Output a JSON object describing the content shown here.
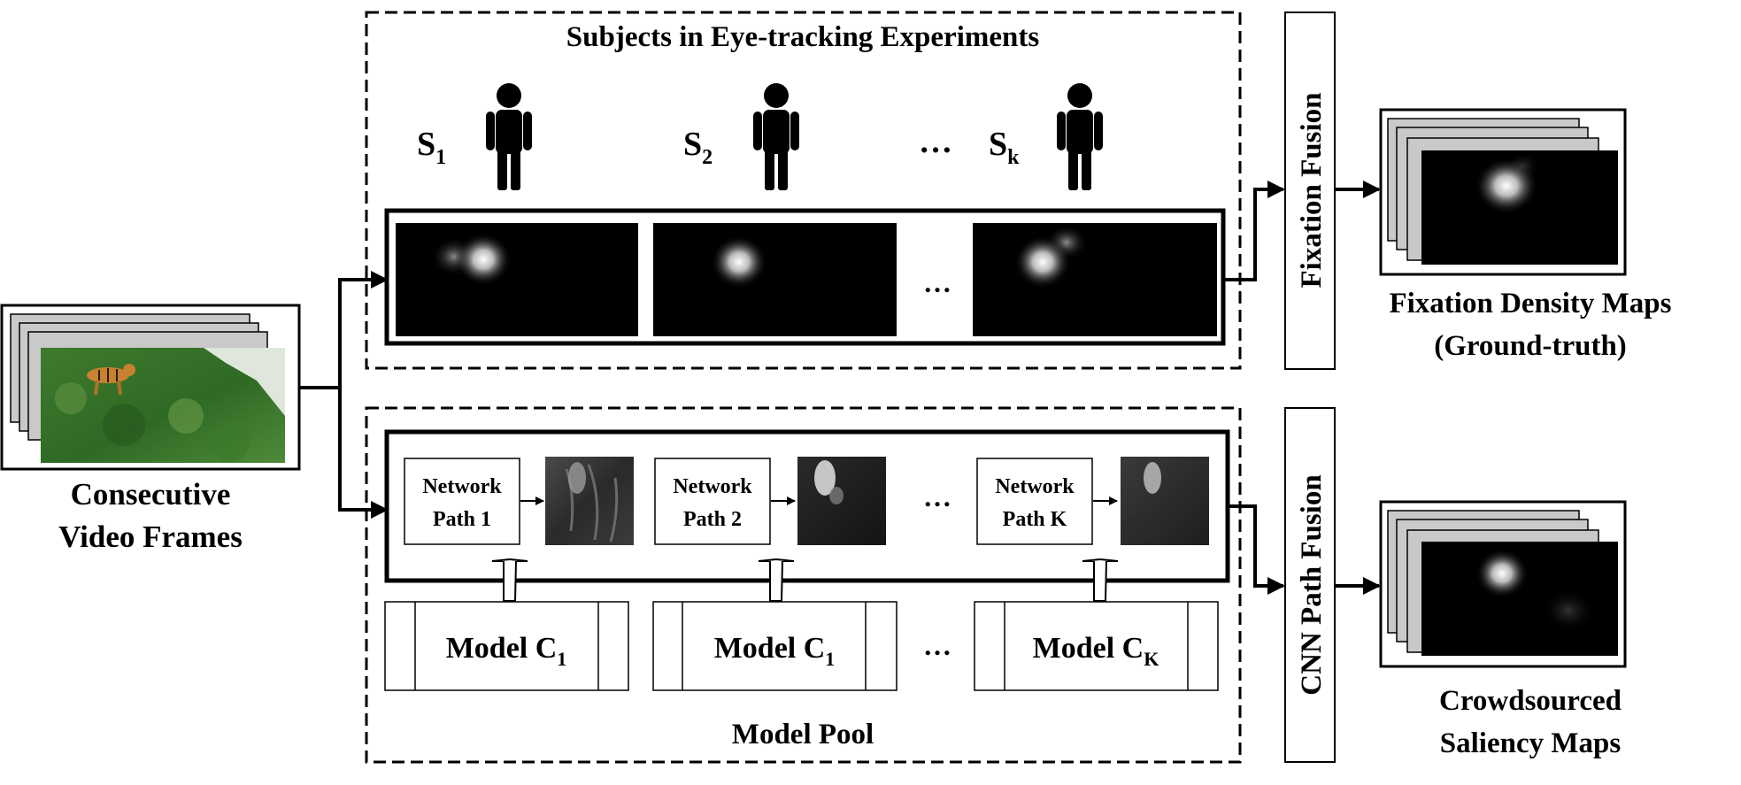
{
  "inputs": {
    "frames_line1": "Consecutive",
    "frames_line2": "Video Frames"
  },
  "experiment": {
    "title": "Subjects in Eye-tracking Experiments",
    "subjects": [
      {
        "letter": "S",
        "sub": "1"
      },
      {
        "letter": "S",
        "sub": "2"
      },
      {
        "letter": "S",
        "sub": "k"
      }
    ],
    "ellipsis": "…"
  },
  "model_pool": {
    "title": "Model Pool",
    "paths": [
      {
        "line1": "Network",
        "line2": "Path 1"
      },
      {
        "line1": "Network",
        "line2": "Path 2"
      },
      {
        "line1": "Network",
        "line2": "Path K"
      }
    ],
    "models": [
      {
        "prefix": "Model C",
        "sub": "1"
      },
      {
        "prefix": "Model C",
        "sub": "1"
      },
      {
        "prefix": "Model C",
        "sub": "K"
      }
    ],
    "ellipsis": "…"
  },
  "fusion": {
    "fixation": "Fixation Fusion",
    "cnn": "CNN Path Fusion"
  },
  "outputs": {
    "fdm_line1": "Fixation Density Maps",
    "fdm_line2": "(Ground-truth)",
    "csm_line1": "Crowdsourced",
    "csm_line2": "Saliency Maps"
  }
}
